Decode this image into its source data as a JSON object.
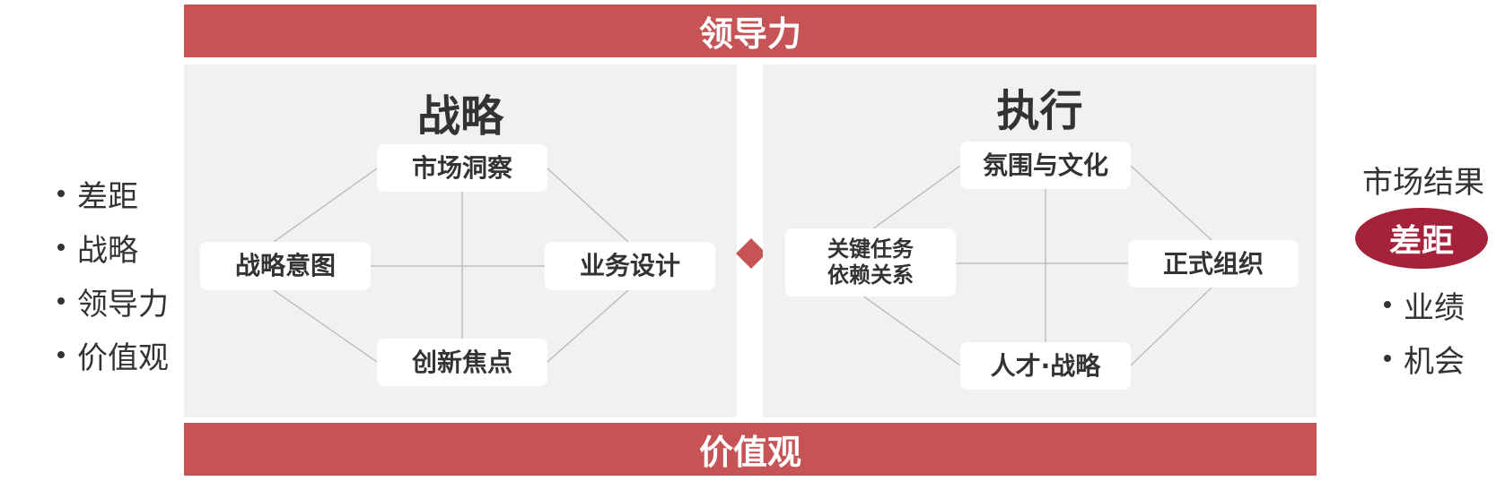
{
  "header": {
    "leadership": "领导力"
  },
  "footer": {
    "values": "价值观"
  },
  "strategy": {
    "title": "战略",
    "nodes": {
      "top": "市场洞察",
      "left": "战略意图",
      "right": "业务设计",
      "bottom": "创新焦点"
    }
  },
  "execution": {
    "title": "执行",
    "nodes": {
      "top": "氛围与文化",
      "left_line1": "关键任务",
      "left_line2": "依赖关系",
      "right": "正式组织",
      "bottom": "人才·战略"
    }
  },
  "left_list": [
    "差距",
    "战略",
    "领导力",
    "价值观"
  ],
  "right_panel": {
    "heading": "市场结果",
    "badge": "差距",
    "items": [
      "业绩",
      "机会"
    ]
  },
  "colors": {
    "band": "#c65355",
    "badge": "#a5223b",
    "panel": "#f1f1f1"
  }
}
